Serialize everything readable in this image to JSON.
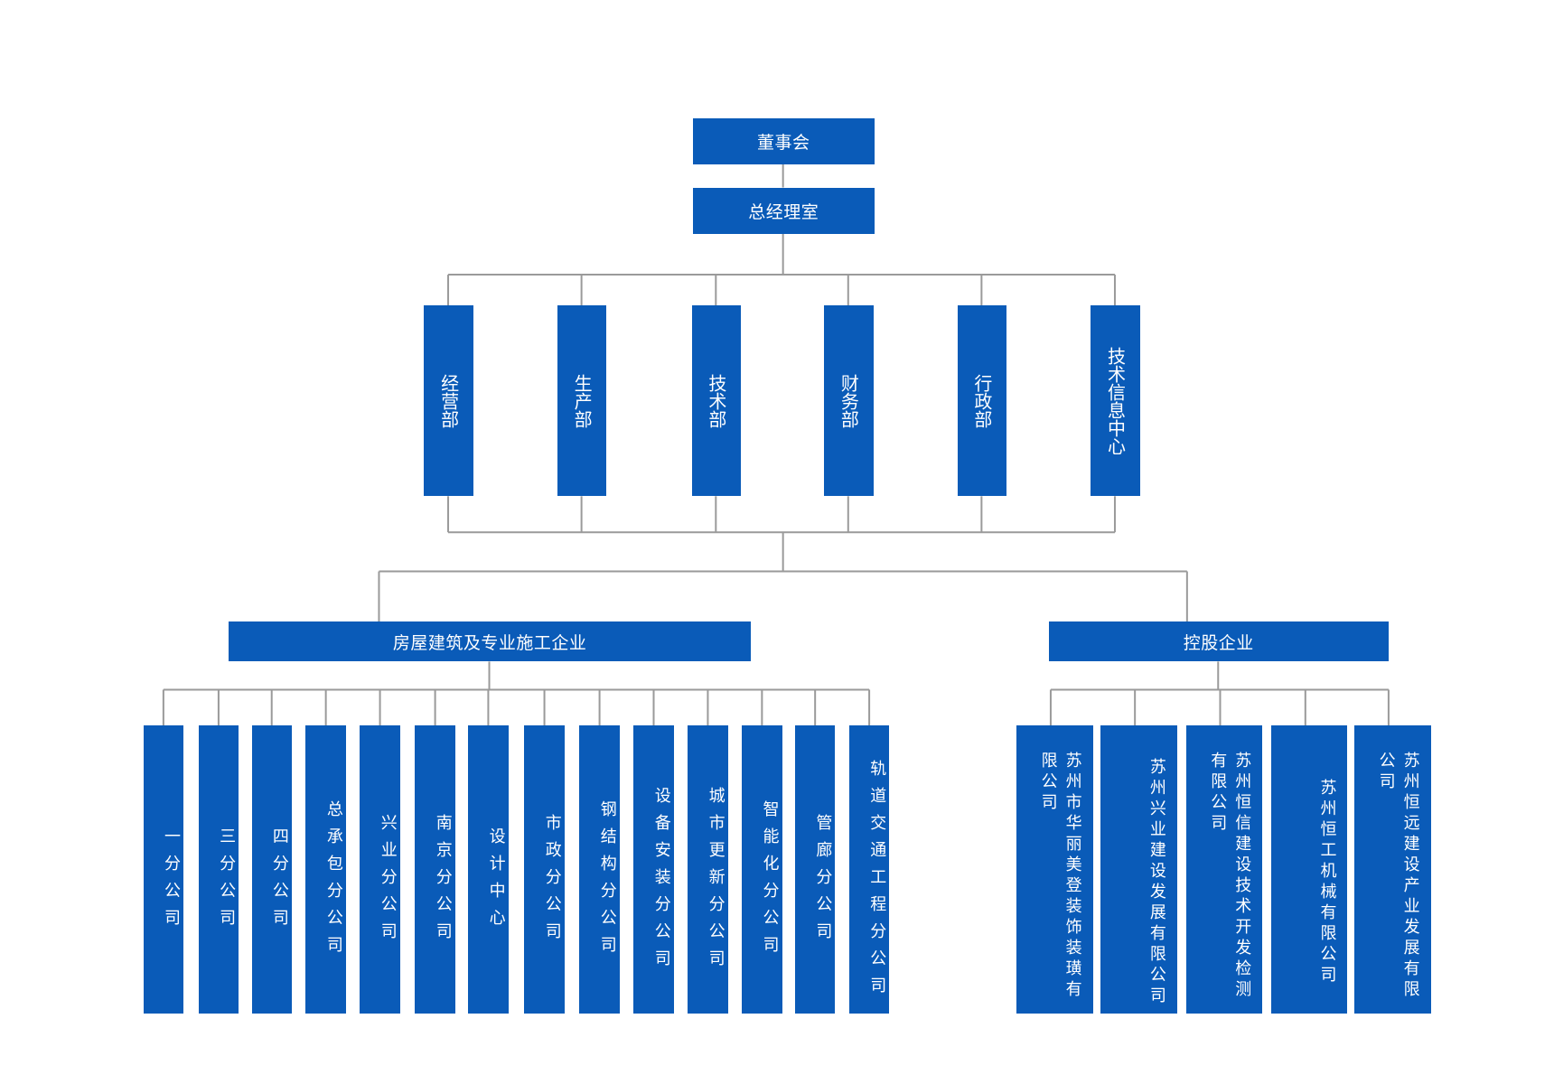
{
  "colors": {
    "box": "#0a5bb8",
    "line": "#9a9a9a"
  },
  "top": [
    "董事会",
    "总经理室"
  ],
  "departments": [
    "经营部",
    "生产部",
    "技术部",
    "财务部",
    "行政部",
    "技术信息中心"
  ],
  "groups": [
    {
      "label": "房屋建筑及专业施工企业",
      "children": [
        "一分公司",
        "三分公司",
        "四分公司",
        "总承包分公司",
        "兴业分公司",
        "南京分公司",
        "设计中心",
        "市政分公司",
        "钢结构分公司",
        "设备安装分公司",
        "城市更新分公司",
        "智能化分公司",
        "管廊分公司",
        "轨道交通工程分公司"
      ]
    },
    {
      "label": "控股企业",
      "children": [
        "苏州市华丽美登装饰装璜有限公司",
        "苏州兴业建设发展有限公司",
        "苏州恒信建设技术开发检测有限公司",
        "苏州恒工机械有限公司",
        "苏州恒远建设产业发展有限公司"
      ]
    }
  ]
}
